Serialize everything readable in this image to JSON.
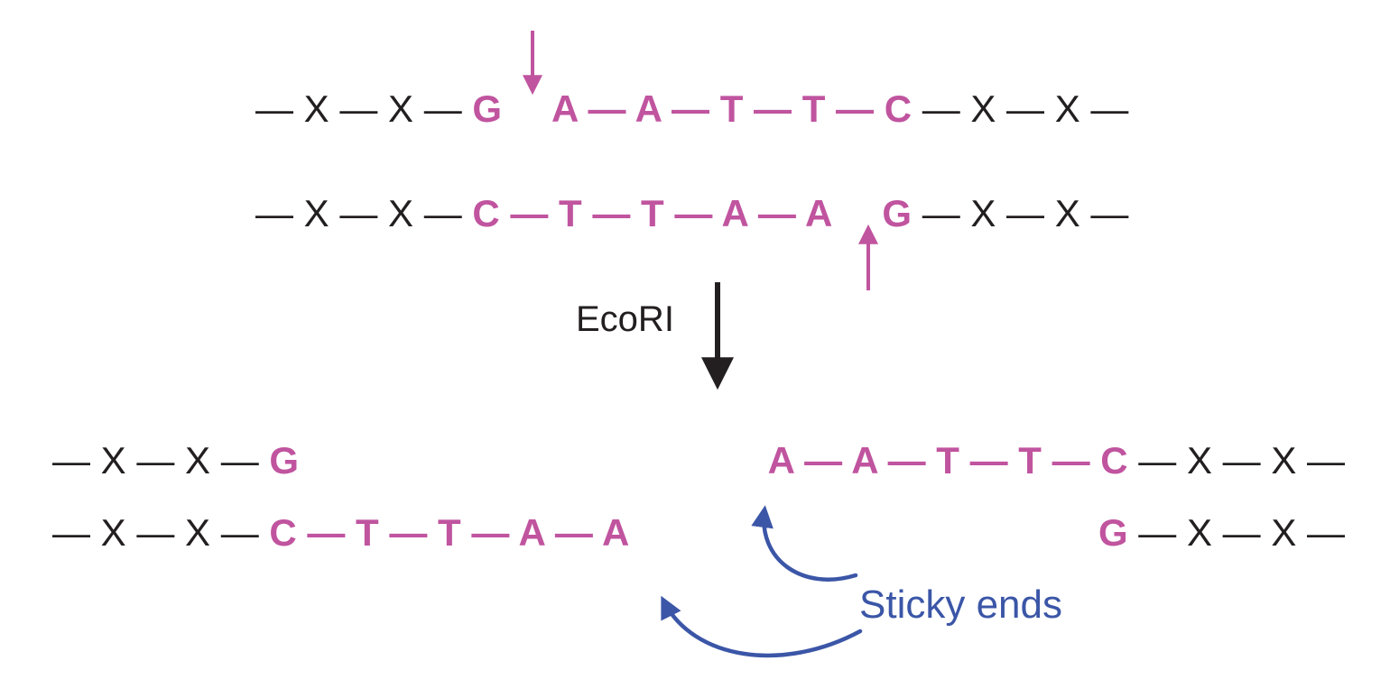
{
  "diagram": {
    "enzyme": {
      "label": "EcoRI"
    },
    "annotation": {
      "sticky_ends_label": "Sticky ends"
    },
    "colors": {
      "sequence_magenta": "#c0549f",
      "backbone_black": "#231f20",
      "annotation_blue": "#3b56a7"
    },
    "before": {
      "top_strand": [
        {
          "text": "— X — X — ",
          "style": "bb",
          "name": "backbone-left"
        },
        {
          "text": "G",
          "style": "seq",
          "name": "recognition-site"
        },
        {
          "text": "",
          "style": "gap-top",
          "name": "cut-site-gap"
        },
        {
          "text": "A — A — T — T — C",
          "style": "seq",
          "name": "recognition-site"
        },
        {
          "text": " — X — X —",
          "style": "bb",
          "name": "backbone-right"
        }
      ],
      "bottom_strand": [
        {
          "text": "— X — X — ",
          "style": "bb",
          "name": "backbone-left"
        },
        {
          "text": "C — T — T — A — A",
          "style": "seq",
          "name": "recognition-site"
        },
        {
          "text": "",
          "style": "gap-bottom",
          "name": "cut-site-gap"
        },
        {
          "text": "G",
          "style": "seq",
          "name": "recognition-site"
        },
        {
          "text": " — X — X —",
          "style": "bb",
          "name": "backbone-right"
        }
      ]
    },
    "after": {
      "left_fragment": {
        "top_strand": [
          {
            "text": "— X — X — ",
            "style": "bb",
            "name": "backbone-left"
          },
          {
            "text": "G",
            "style": "seq",
            "name": "recognition-site"
          }
        ],
        "bottom_strand": [
          {
            "text": "— X — X — ",
            "style": "bb",
            "name": "backbone-left"
          },
          {
            "text": "C — T — T — A — A",
            "style": "seq",
            "name": "sticky-end-overhang"
          }
        ]
      },
      "right_fragment": {
        "top_strand": [
          {
            "text": "A — A — T — T — C",
            "style": "seq",
            "name": "sticky-end-overhang"
          },
          {
            "text": " — X — X —",
            "style": "bb",
            "name": "backbone-right"
          }
        ],
        "bottom_strand": [
          {
            "text": "G",
            "style": "seq",
            "name": "recognition-site"
          },
          {
            "text": " — X — X —",
            "style": "bb",
            "name": "backbone-right"
          }
        ]
      }
    }
  }
}
